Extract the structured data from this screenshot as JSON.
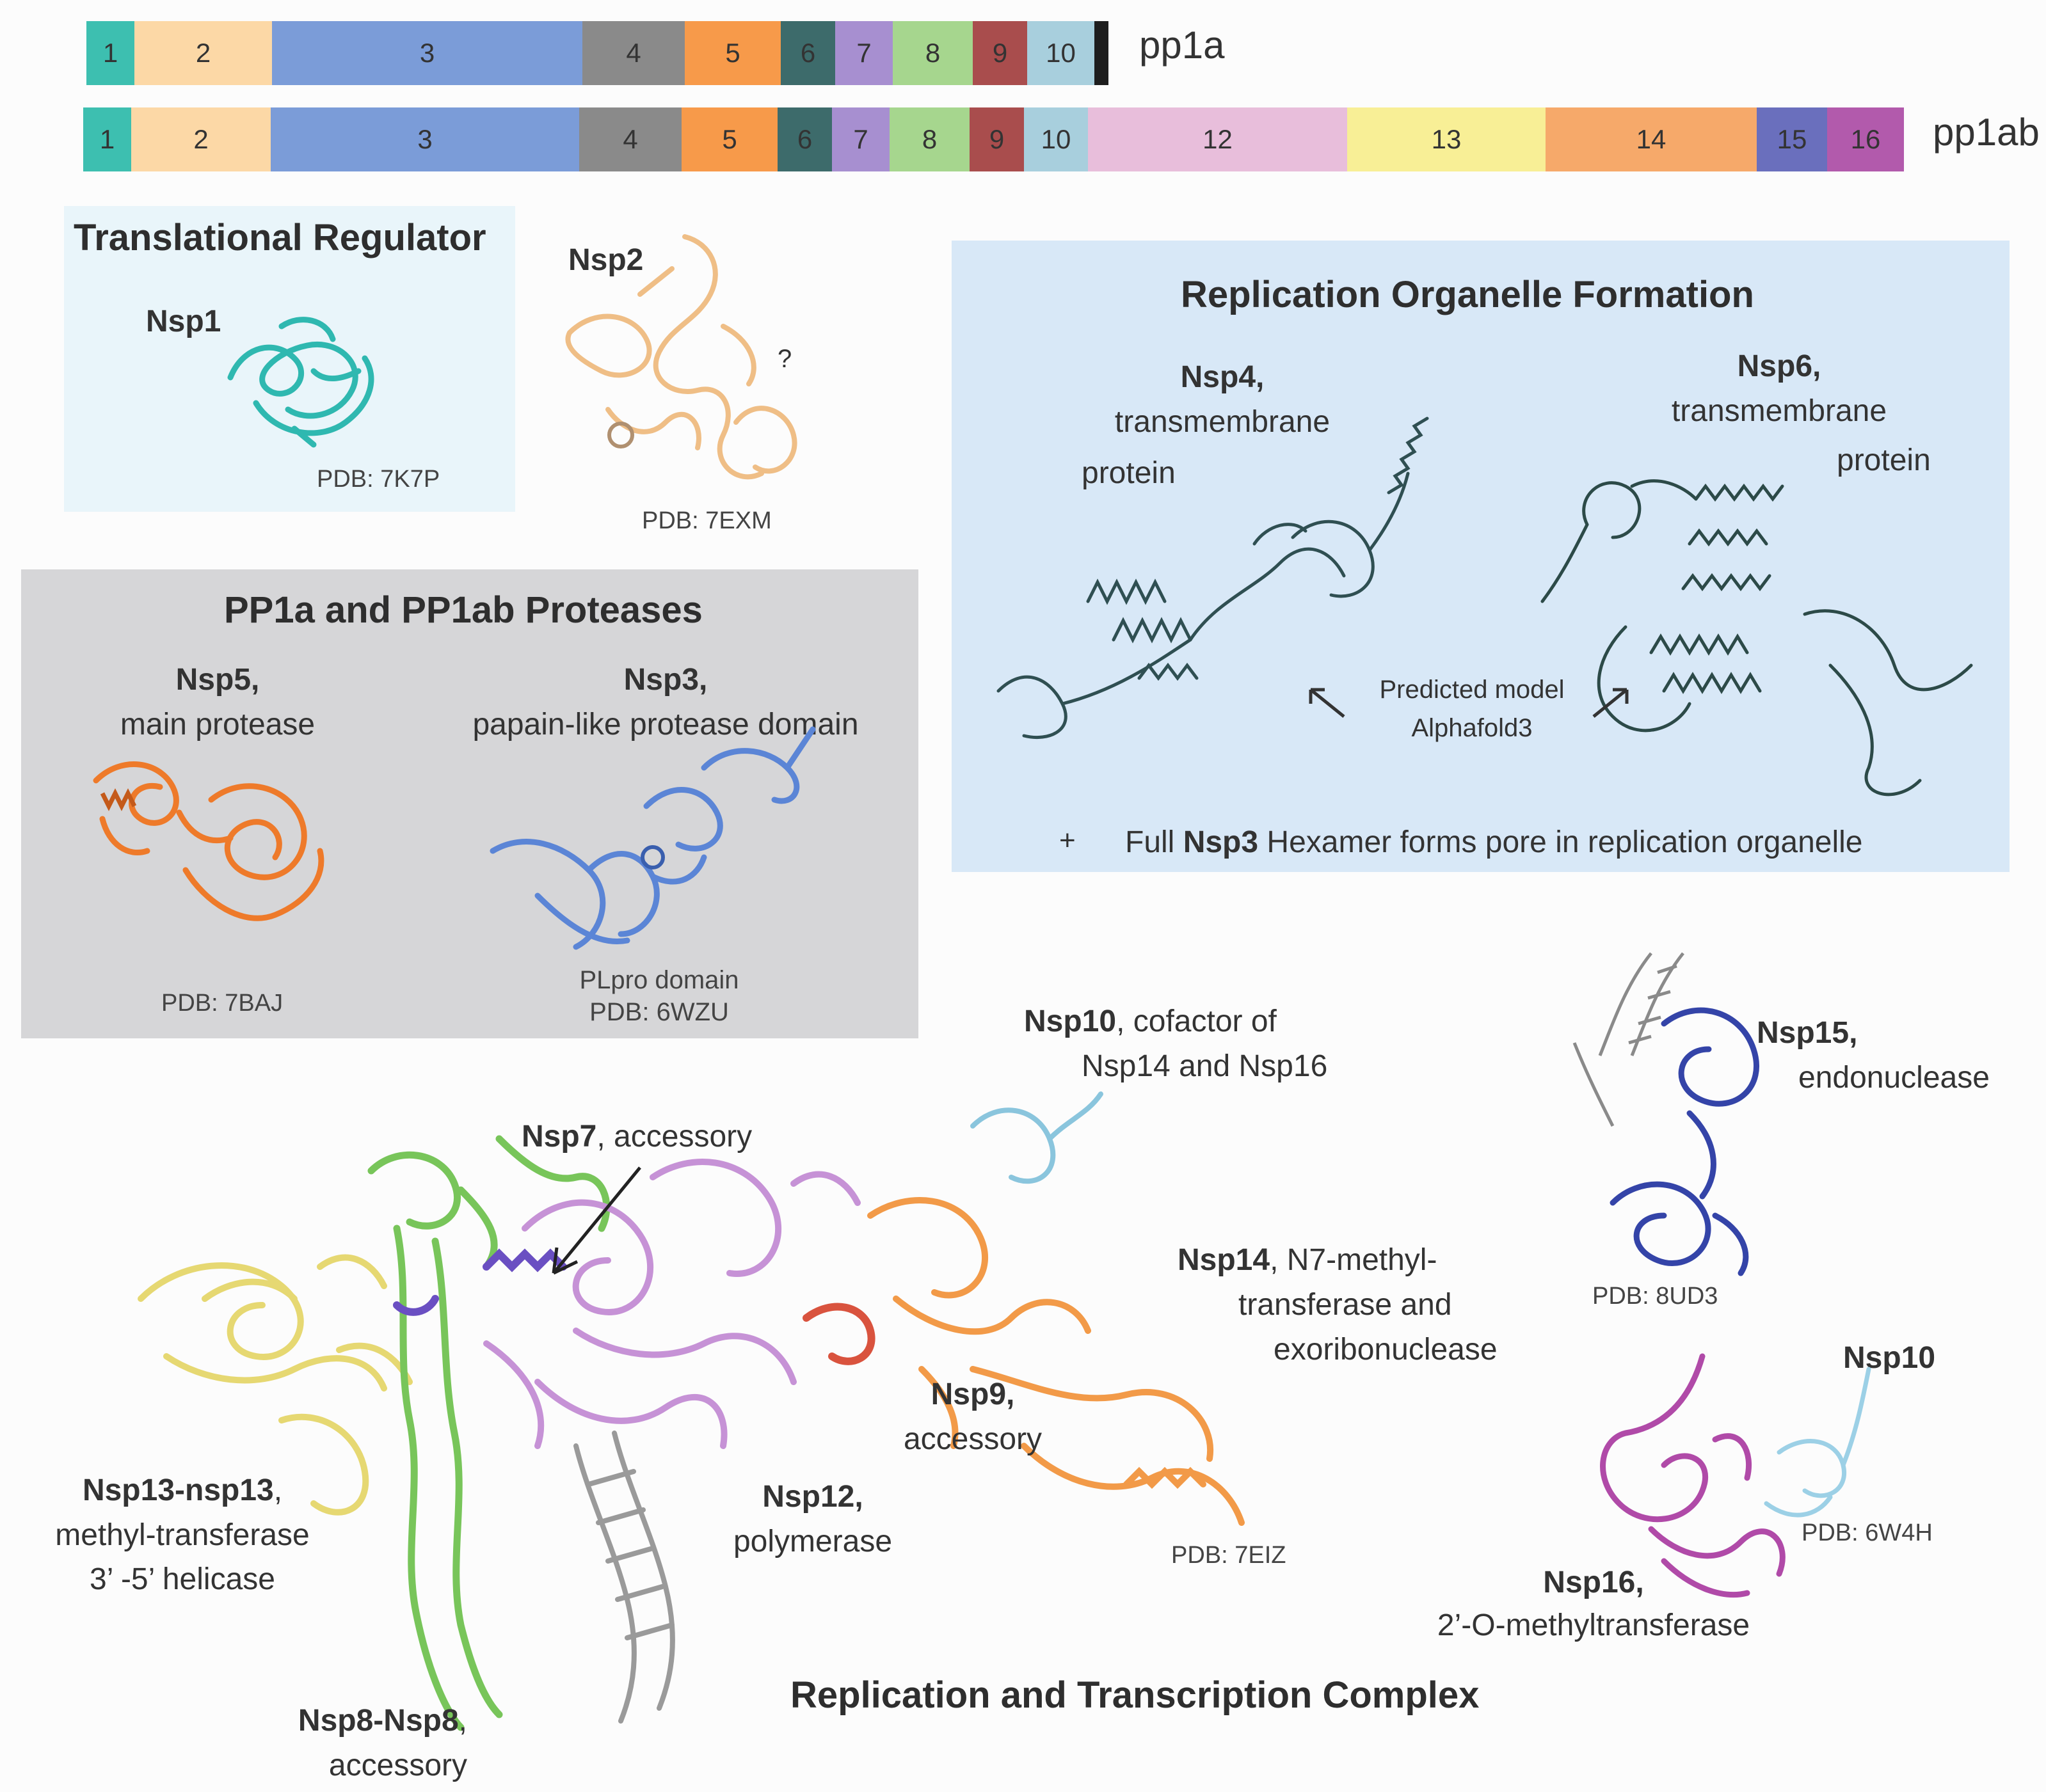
{
  "bars": {
    "pp1a": {
      "label": "pp1a",
      "segments": [
        {
          "label": "1",
          "color": "#3dbfb0"
        },
        {
          "label": "2",
          "color": "#fcd8a6"
        },
        {
          "label": "3",
          "color": "#7b9cd8"
        },
        {
          "label": "4",
          "color": "#8a8a8a"
        },
        {
          "label": "5",
          "color": "#f79a4a"
        },
        {
          "label": "6",
          "color": "#3d6b6b"
        },
        {
          "label": "7",
          "color": "#a78fd0"
        },
        {
          "label": "8",
          "color": "#a6d68e"
        },
        {
          "label": "9",
          "color": "#a94d4d"
        },
        {
          "label": "10",
          "color": "#a8cfdd"
        }
      ]
    },
    "pp1ab": {
      "label": "pp1ab",
      "segments": [
        {
          "label": "1",
          "color": "#3dbfb0"
        },
        {
          "label": "2",
          "color": "#fcd8a6"
        },
        {
          "label": "3",
          "color": "#7b9cd8"
        },
        {
          "label": "4",
          "color": "#8a8a8a"
        },
        {
          "label": "5",
          "color": "#f79a4a"
        },
        {
          "label": "6",
          "color": "#3d6b6b"
        },
        {
          "label": "7",
          "color": "#a78fd0"
        },
        {
          "label": "8",
          "color": "#a6d68e"
        },
        {
          "label": "9",
          "color": "#a94d4d"
        },
        {
          "label": "10",
          "color": "#a8cfdd"
        },
        {
          "label": "12",
          "color": "#e8bedb"
        },
        {
          "label": "13",
          "color": "#f8ef96"
        },
        {
          "label": "14",
          "color": "#f6a96a"
        },
        {
          "label": "15",
          "color": "#6a6fbd"
        },
        {
          "label": "16",
          "color": "#b25aac"
        }
      ]
    }
  },
  "translational": {
    "title": "Translational Regulator",
    "nsp1": "Nsp1",
    "nsp1_pdb": "PDB: 7K7P"
  },
  "nsp2": {
    "name": "Nsp2",
    "pdb": "PDB: 7EXM",
    "question": "?"
  },
  "proteases": {
    "title": "PP1a and PP1ab Proteases",
    "nsp5_name": "Nsp5,",
    "nsp5_desc": "main protease",
    "nsp5_pdb": "PDB: 7BAJ",
    "nsp3_name": "Nsp3,",
    "nsp3_desc": "papain-like protease domain",
    "nsp3_domain": "PLpro domain",
    "nsp3_pdb": "PDB: 6WZU"
  },
  "organelle": {
    "title": "Replication Organelle Formation",
    "nsp4_name": "Nsp4,",
    "nsp4_desc1": "transmembrane",
    "nsp4_desc2": "protein",
    "nsp6_name": "Nsp6,",
    "nsp6_desc1": "transmembrane",
    "nsp6_desc2": "protein",
    "predicted1": "Predicted model",
    "predicted2": "Alphafold3",
    "footer_plus": "+",
    "footer_pre": "Full ",
    "footer_bold": "Nsp3",
    "footer_post": " Hexamer forms pore in replication organelle"
  },
  "rtc": {
    "title": "Replication and Transcription Complex",
    "nsp10_name": "Nsp10",
    "nsp10_desc1": ", cofactor of",
    "nsp10_desc2": "Nsp14 and Nsp16",
    "nsp7_name": "Nsp7",
    "nsp7_desc": ", accessory",
    "nsp14_name": "Nsp14",
    "nsp14_desc1": ", N7-methyl-",
    "nsp14_desc2": "transferase and",
    "nsp14_desc3": "exoribonuclease",
    "nsp9_name": "Nsp9,",
    "nsp9_desc": "accessory",
    "nsp12_name": "Nsp12,",
    "nsp12_desc": "polymerase",
    "nsp13_name": "Nsp13-nsp13",
    "nsp13_comma": ",",
    "nsp13_desc1": "methyl-transferase",
    "nsp13_desc2": "3’ -5’ helicase",
    "nsp8_name": "Nsp8-Nsp8",
    "nsp8_comma": ",",
    "nsp8_desc": "accessory",
    "pdb": "PDB: 7EIZ"
  },
  "nsp15": {
    "name": "Nsp15,",
    "desc": "endonuclease",
    "pdb": "PDB: 8UD3"
  },
  "nsp16": {
    "partner": "Nsp10",
    "name": "Nsp16,",
    "desc": "2’-O-methyltransferase",
    "pdb": "PDB: 6W4H"
  }
}
